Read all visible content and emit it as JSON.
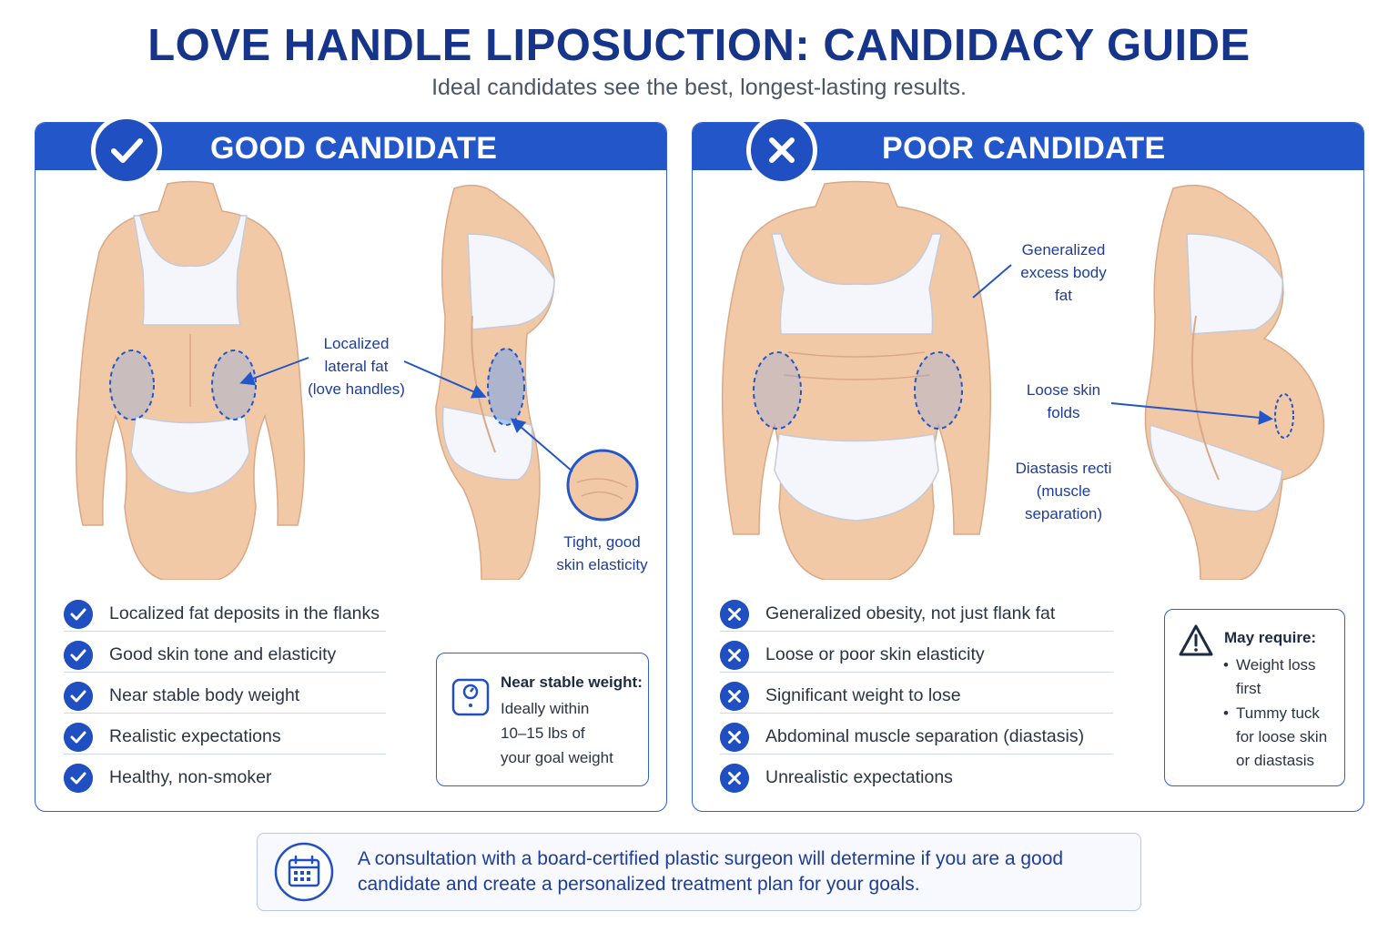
{
  "header": {
    "title": "LOVE HANDLE LIPOSUCTION: CANDIDACY GUIDE",
    "subtitle": "Ideal candidates see the best, longest-lasting results."
  },
  "good": {
    "title": "GOOD CANDIDATE",
    "badge_icon": "check-icon",
    "labels": {
      "localized_fat": [
        "Localized",
        "lateral fat",
        "(love handles)"
      ],
      "skin": [
        "Tight, good",
        "skin elasticity"
      ]
    },
    "items": [
      "Localized fat deposits in the flanks",
      "Good skin tone and elasticity",
      "Near stable body weight",
      "Realistic expectations",
      "Healthy, non-smoker"
    ],
    "note": {
      "icon": "scale-icon",
      "title": "Near stable weight:",
      "lines": [
        "Ideally within",
        "10–15 lbs of",
        "your goal weight"
      ]
    }
  },
  "poor": {
    "title": "POOR CANDIDATE",
    "badge_icon": "x-icon",
    "labels": {
      "generalized": [
        "Generalized",
        "excess body",
        "fat"
      ],
      "loose": [
        "Loose skin",
        "folds"
      ],
      "diastasis": [
        "Diastasis recti",
        "(muscle",
        "separation)"
      ]
    },
    "items": [
      "Generalized obesity, not just flank fat",
      "Loose or poor skin elasticity",
      "Significant weight to lose",
      "Abdominal muscle separation (diastasis)",
      "Unrealistic expectations"
    ],
    "note": {
      "icon": "warning-icon",
      "title": "May require:",
      "bullets": [
        [
          "Weight loss",
          "first"
        ],
        [
          "Tummy tuck",
          "for loose skin",
          "or diastasis"
        ]
      ]
    }
  },
  "footer": {
    "icon": "calendar-icon",
    "text": "A consultation with a board-certified plastic surgeon will determine if you are a good candidate and create a personalized treatment plan for your goals."
  },
  "colors": {
    "primary": "#2356c8",
    "title": "#16348a",
    "label": "#1d3d99",
    "skin": "#f2c9a7",
    "highlight": "#7ea6e8"
  }
}
